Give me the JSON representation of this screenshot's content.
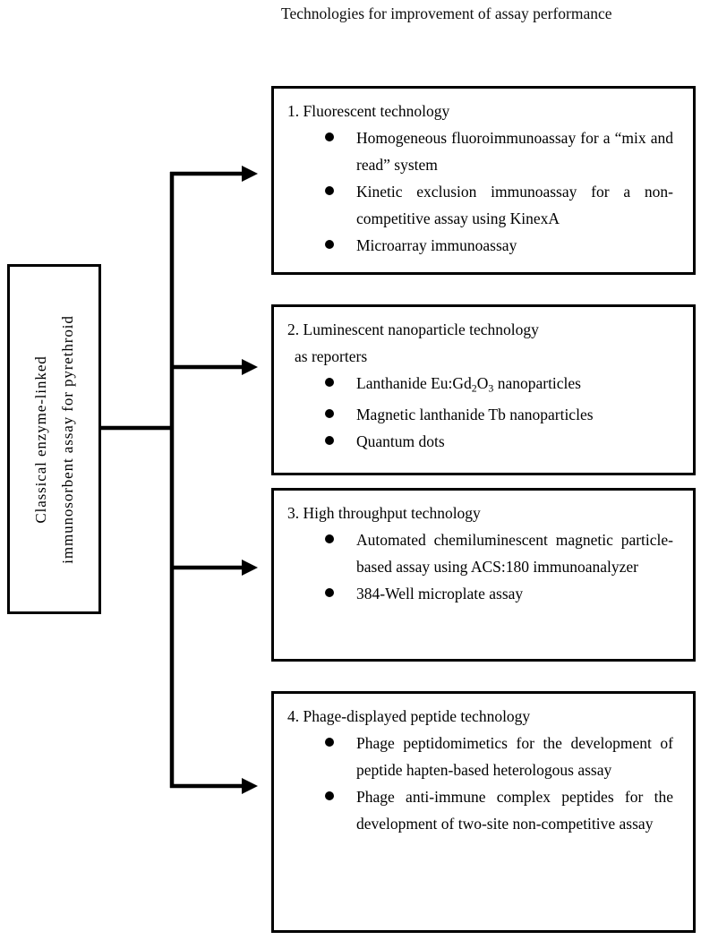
{
  "header": {
    "caption": "Technologies for improvement of assay performance"
  },
  "source_box": {
    "line1": "Classical enzyme-linked",
    "line2": "immunosorbent assay for pyrethroid"
  },
  "colors": {
    "line": "#000000",
    "text": "#000000",
    "background": "#ffffff"
  },
  "boxes": [
    {
      "heading": "1. Fluorescent technology",
      "subheading": "",
      "bullets": [
        "Homogeneous fluoroimmunoassay for a “mix and read” system",
        "Kinetic exclusion immunoassay for a non-competitive assay using KinexA",
        "Microarray immunoassay"
      ]
    },
    {
      "heading": "2. Luminescent nanoparticle technology",
      "subheading": "as reporters",
      "bullets": [
        "Lanthanide Eu:Gd2O3 nanoparticles",
        "Magnetic lanthanide Tb nanoparticles",
        "Quantum dots"
      ]
    },
    {
      "heading": "3. High throughput technology",
      "subheading": "",
      "bullets": [
        "Automated chemiluminescent magnetic particle-based assay using ACS:180 immunoanalyzer",
        "384-Well microplate assay"
      ]
    },
    {
      "heading": "4. Phage-displayed peptide technology",
      "subheading": "",
      "bullets": [
        "Phage peptidomimetics for the development of peptide hapten-based heterologous assay",
        "Phage anti-immune complex peptides for the development of two-site non-competitive assay"
      ]
    }
  ]
}
